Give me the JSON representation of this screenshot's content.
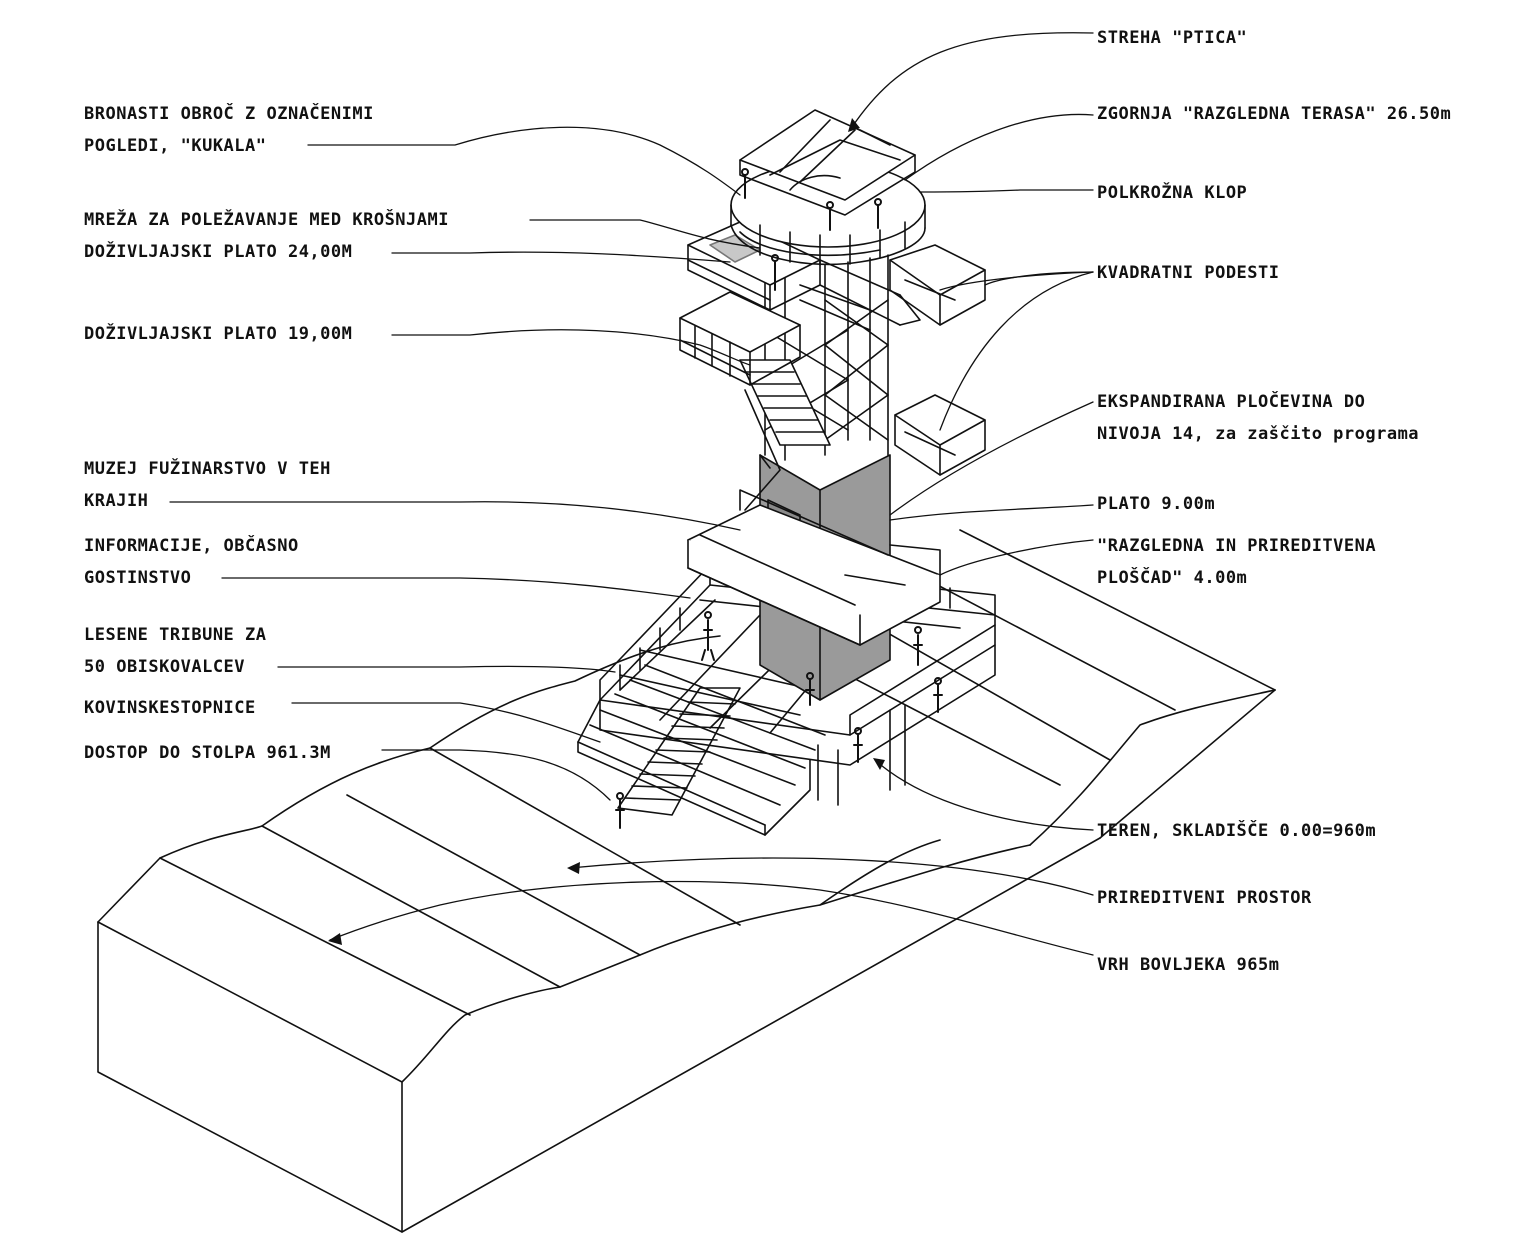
{
  "labels_left": {
    "bronasti_l1": "BRONASTI OBROČ Z OZNAČENIMI",
    "bronasti_l2": "POGLEDI,  \"KUKALA\"",
    "mreza": "MREŽA ZA POLEŽAVANJE MED KROŠNJAMI",
    "plato24": "DOŽIVLJAJSKI PLATO 24,00M",
    "plato19": "DOŽIVLJAJSKI PLATO 19,00M",
    "muzej_l1": "MUZEJ FUŽINARSTVO V TEH",
    "muzej_l2": "KRAJIH",
    "info_l1": "INFORMACIJE, OBČASNO",
    "info_l2": "GOSTINSTVO",
    "tribune_l1": "LESENE TRIBUNE ZA",
    "tribune_l2": "50 OBISKOVALCEV",
    "stopnice": "KOVINSKESTOPNICE",
    "dostop": "DOSTOP DO STOLPA 961.3M"
  },
  "labels_right": {
    "streha": "STREHA \"PTICA\"",
    "zgornja": "ZGORNJA \"RAZGLEDNA TERASA\" 26.50m",
    "klop": "POLKROŽNA KLOP",
    "podesti": "KVADRATNI PODESTI",
    "eksp_l1": "EKSPANDIRANA PLOČEVINA DO",
    "eksp_l2": "NIVOJA 14, za zaščito programa",
    "plato9": "PLATO 9.00m",
    "ploscad_l1": "\"RAZGLEDNA IN PRIREDITVENA",
    "ploscad_l2": "PLOŠČAD\"  4.00m",
    "teren": "TEREN, SKLADIŠČE 0.00=960m",
    "prireditveni": "PRIREDITVENI PROSTOR",
    "vrh": "VRH BOVLJEKA 965m"
  },
  "colors": {
    "ink": "#111111",
    "core_fill": "#9a9a9a",
    "net_fill": "#c8c8c8"
  }
}
